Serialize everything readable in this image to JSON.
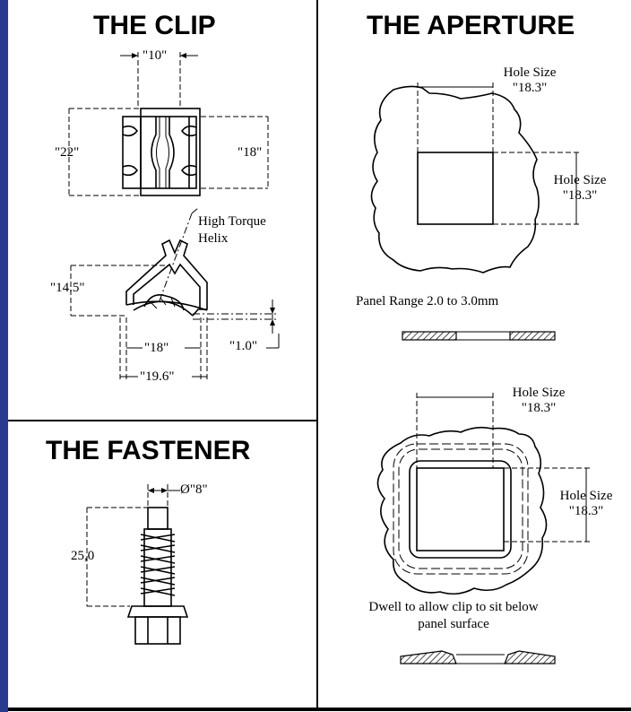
{
  "clip": {
    "heading": "THE CLIP",
    "dim_width": "\"10\"",
    "dim_height_outer": "\"22\"",
    "dim_height_inner": "\"18\"",
    "callout_helix": "High Torque Helix",
    "dim_profile_height": "\"14.5\"",
    "dim_profile_thickness": "\"1.0\"",
    "dim_base_inner": "\"18\"",
    "dim_base_outer": "\"19.6\""
  },
  "fastener": {
    "heading": "THE FASTENER",
    "dim_diameter": "Ø\"8\"",
    "dim_length": "25,0"
  },
  "aperture": {
    "heading": "THE APERTURE",
    "hole_width_1": "Hole Size \"18.3\"",
    "hole_height_1": "Hole Size \"18.3\"",
    "panel_range": "Panel Range 2.0 to 3.0mm",
    "hole_width_2": "Hole Size \"18.3\"",
    "hole_height_2": "Hole Size \"18.3\"",
    "dwell_note": "Dwell to allow clip to sit below panel surface"
  },
  "colors": {
    "frame_blue": "#2b3a8c",
    "ink": "#000000",
    "paper": "#ffffff"
  }
}
